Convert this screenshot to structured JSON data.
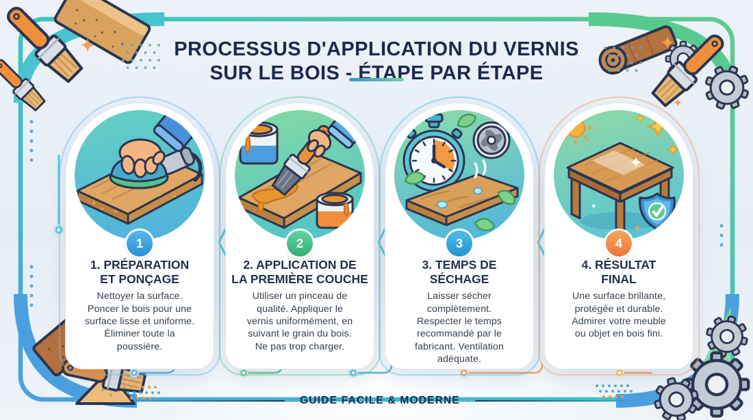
{
  "title": {
    "text": "PROCESSUS D'APPLICATION DU VERNIS\nSUR LE BOIS - ÉTAPE PAR ÉTAPE"
  },
  "footer": {
    "label": "GUIDE FACILE & MODERNE"
  },
  "steps": [
    {
      "number": "1",
      "heading": "1. PRÉPARATION\nET PONÇAGE",
      "body": "Nettoyer la surface.\nPoncer le bois pour une\nsurface lisse et uniforme.\nÉliminer toute la\npoussière.",
      "illustration": "orbital-sander-on-wood-plank",
      "accent": "#3BA3E8"
    },
    {
      "number": "2",
      "heading": "2. APPLICATION DE\nLA PREMIÈRE COUCHE",
      "body": "Utiliser un pinceau de\nqualité. Appliquer le\nvernis uniformément, en\nsuivant le grain du bois.\nNe pas trop charger.",
      "illustration": "brush-applying-varnish-with-cans",
      "accent": "#46C690"
    },
    {
      "number": "3",
      "heading": "3. TEMPS DE\nSÉCHAGE",
      "body": "Laisser sécher\ncomplètement.\nRespecter le temps\nrecommandé par le\nfabricant. Ventilation\nadéquate.",
      "illustration": "stopwatch-fan-drying-plank",
      "accent": "#35A8DD"
    },
    {
      "number": "4",
      "heading": "4. RÉSULTAT\nFINAL",
      "body": "Une surface brillante,\nprotégée et durable.\nAdmirer votre meuble\nou objet en bois fini.",
      "illustration": "finished-table-shield-sparkles",
      "accent": "#F08A4C"
    }
  ],
  "decor_icons": [
    "paintbrush-icon",
    "sandpaper-sheet-icon",
    "sandpaper-roll-icon",
    "gear-icon",
    "sand-pile-icon",
    "sparkle-icon",
    "dot-grid-pattern",
    "frame-border",
    "step-chevron-icon",
    "connector-flourish"
  ],
  "colors": {
    "background": "#ECF1F7",
    "title_text": "#1B2A4E",
    "body_text": "#33404F",
    "frame_teal": "#3FC0C9",
    "frame_green": "#5ECB8E",
    "frame_blue": "#4AA0DF",
    "step1_accent": "#3BA3E8",
    "step2_accent": "#46C690",
    "step3_accent": "#35A8DD",
    "step4_accent": "#F08A4C",
    "underline_gradient": [
      "#3F8FD8",
      "#72D49A"
    ]
  }
}
